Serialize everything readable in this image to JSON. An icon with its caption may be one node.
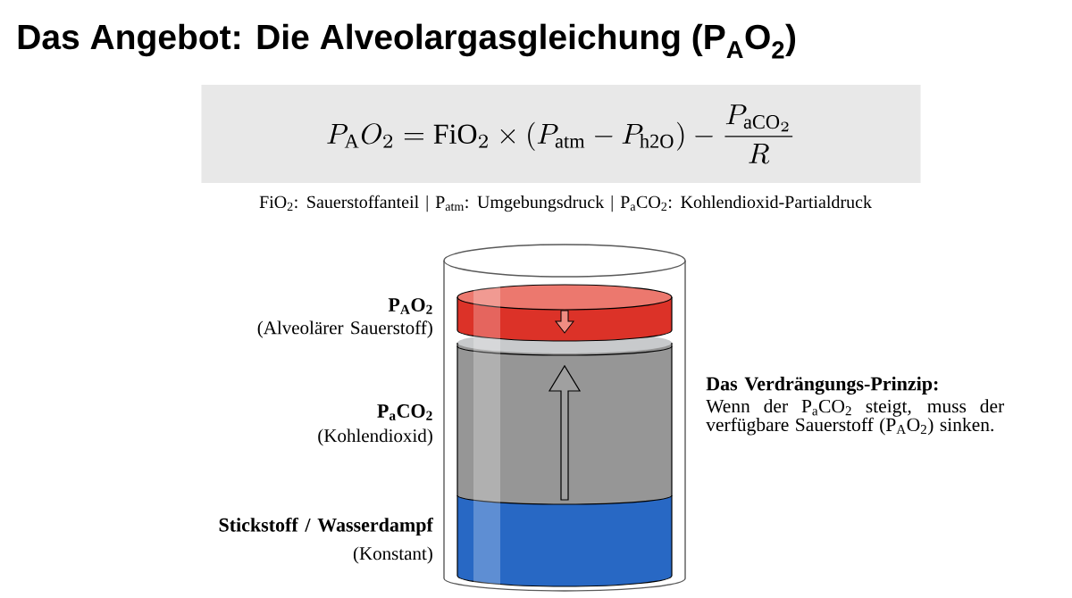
{
  "diagram": {
    "title": "Das Angebot: Die Alveolargasgleichung (P$_{A}$O$_{2}$)",
    "labels": [
      "P_\\mathrm{A}O_2 = \\mathrm{FiO}_2 \\times (P_\\mathrm{atm} - P_\\mathrm{h2O}) - \\frac{P_{\\mathrm{aCO}_2}}{R}",
      "FiO$_{2}$: Sauerstoffanteil | P$_{atm}$: Umgebungsdruck | P$_{a}$CO$_{2}$: Kohlendioxid-Partialdruck",
      "P$_{A}$O$_{2}$",
      "(Alveolärer Sauerstoff)",
      "P$_{a}$CO$_{2}$",
      "(Kohlendioxid)",
      "Stickstoff / Wasserdampf",
      "(Konstant)",
      "Das Verdrängungs-Prinzip:",
      "Wenn der P$_{a}$CO$_{2}$ steigt, muss der verfügbare Sauerstoff (P$_{A}$O$_{2}$) sinken."
    ]
  }
}
